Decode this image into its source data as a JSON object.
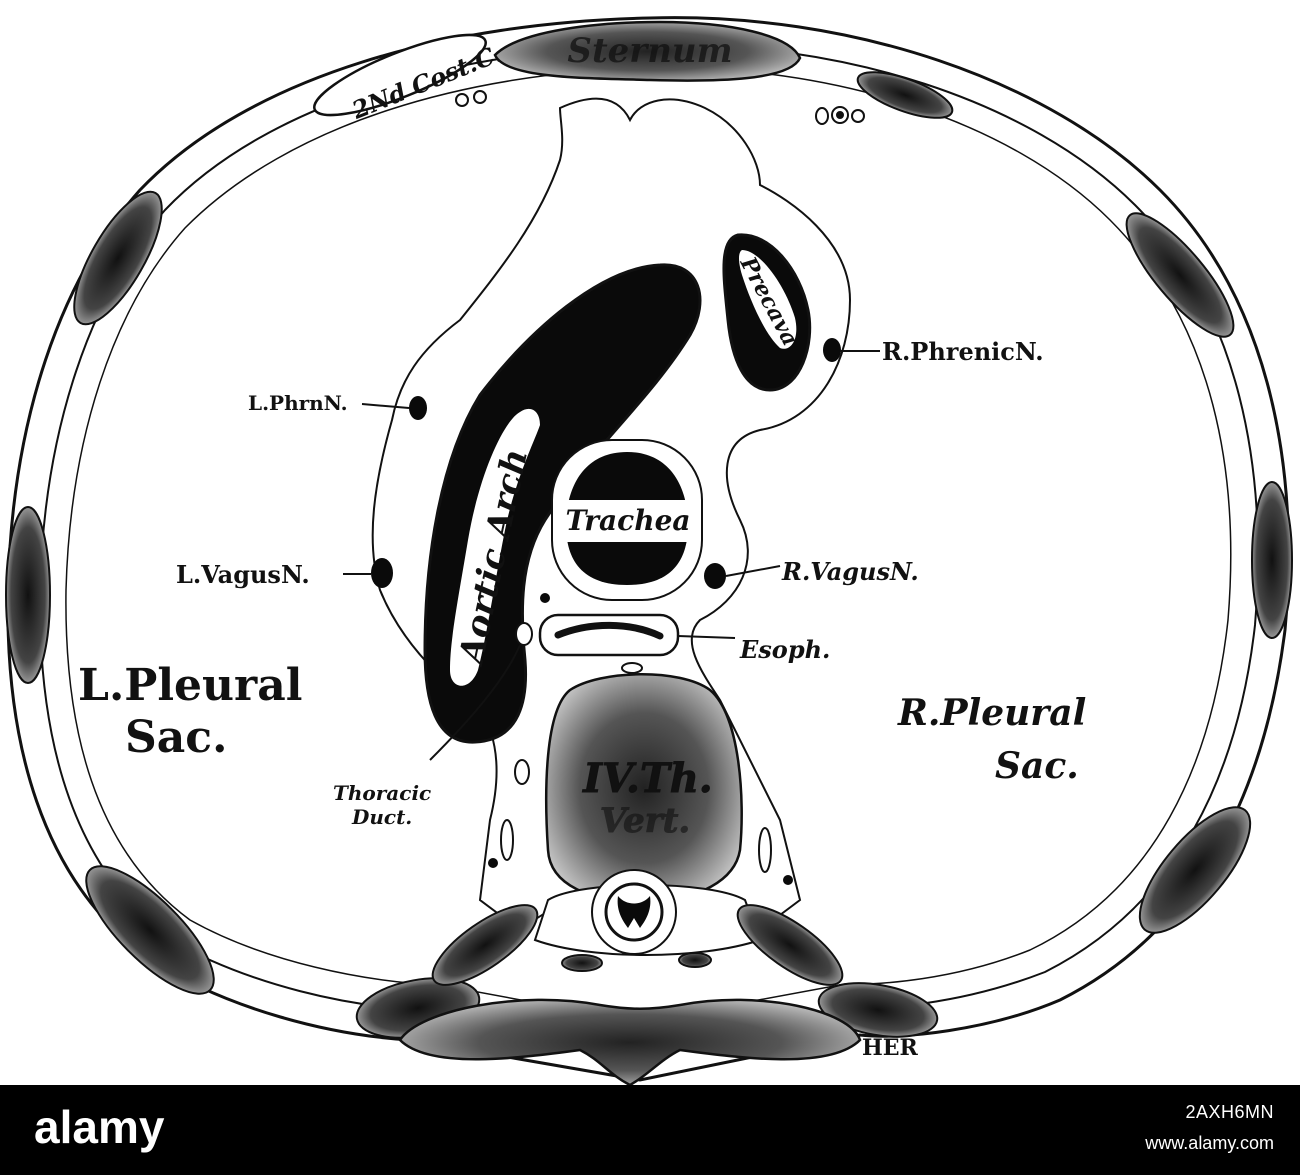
{
  "figure": {
    "labels": {
      "costal_cartilage": "2Nd Cost.C.",
      "sternum": "Sternum",
      "precava": "Precava",
      "r_phrenic": "R.PhrenicN.",
      "l_phrenic": "L.PhrnN.",
      "aortic_arch": "Aortic Arch",
      "trachea": "Trachea",
      "l_vagus": "L.VagusN.",
      "r_vagus": "R.VagusN.",
      "esophagus": "Esoph.",
      "l_pleural_1": "L.Pleural",
      "l_pleural_2": "Sac.",
      "r_pleural_1": "R.Pleural",
      "r_pleural_2": "Sac.",
      "thoracic_1": "Thoracic",
      "thoracic_2": "Duct.",
      "vertebra_1": "IV.Th.",
      "vertebra_2": "Vert.",
      "signature": "HER"
    }
  },
  "footer": {
    "brand": "alamy",
    "image_code": "2AXH6MN",
    "url": "www.alamy.com"
  },
  "colors": {
    "ink": "#111111",
    "paper": "#ffffff",
    "footer_bg": "#000000"
  }
}
